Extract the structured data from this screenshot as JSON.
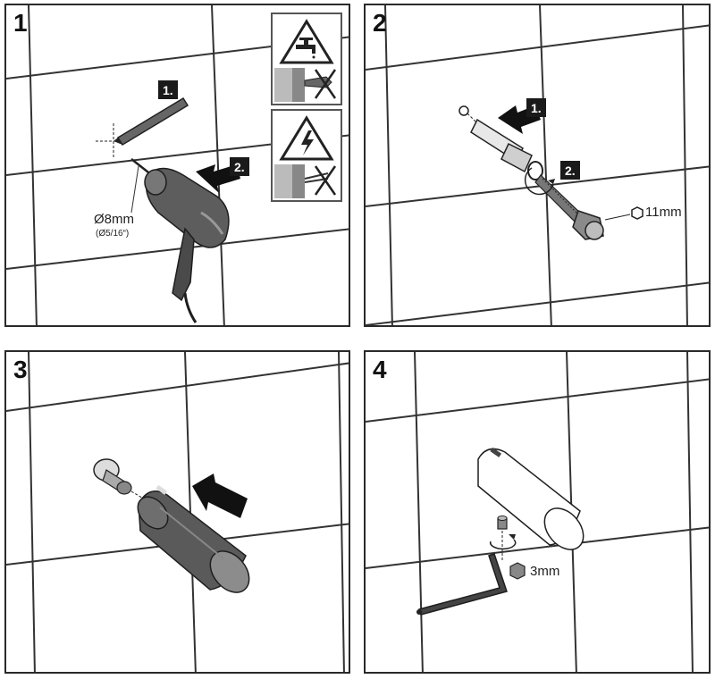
{
  "panels": [
    {
      "number": "1",
      "step_labels": [
        "1.",
        "2."
      ],
      "drill_size": "Ø8mm",
      "drill_size_imperial": "(Ø5/16“)",
      "warnings": [
        "water-pipe-warning",
        "electric-cable-warning"
      ]
    },
    {
      "number": "2",
      "step_labels": [
        "1.",
        "2."
      ],
      "wrench_size": "11mm"
    },
    {
      "number": "3"
    },
    {
      "number": "4",
      "key_size": "3mm"
    }
  ],
  "colors": {
    "line": "#1e1e1e",
    "tile_grid": "#3a3a3a",
    "step_box": "#1a1a1a",
    "body_gray": "#555555",
    "warn_bg": "#dcdcdc"
  }
}
